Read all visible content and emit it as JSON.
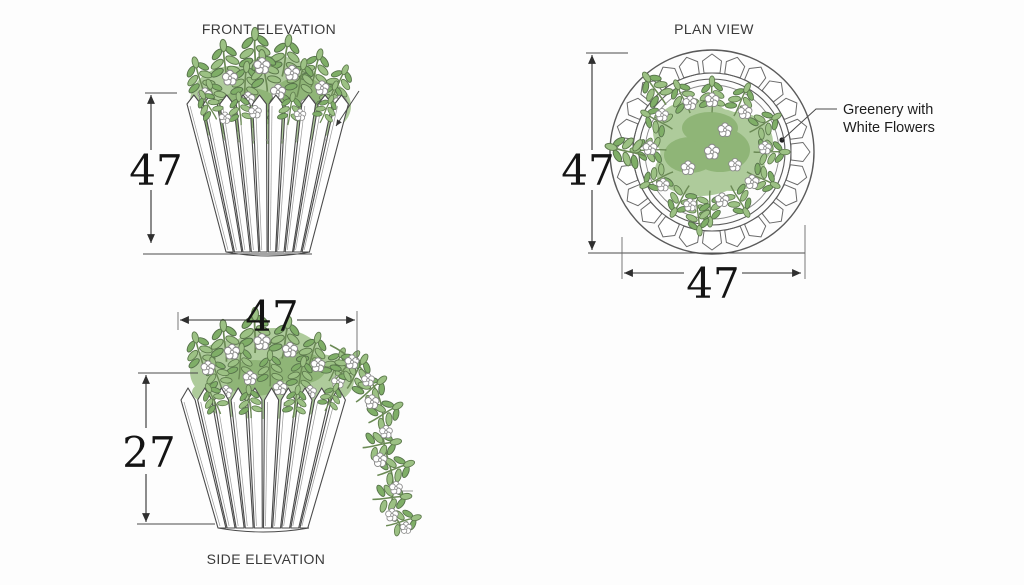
{
  "views": {
    "front": {
      "title": "FRONT ELEVATION",
      "height_value": "47"
    },
    "plan": {
      "title": "PLAN VIEW",
      "diameter_vertical_value": "47",
      "diameter_horizontal_value": "47",
      "callout_line1": "Greenery with",
      "callout_line2": "White Flowers"
    },
    "side": {
      "title": "SIDE ELEVATION",
      "width_value": "47",
      "height_value": "27"
    }
  },
  "colors": {
    "background": "#fdfdfd",
    "drawing_line": "#4b4b4b",
    "dimension_line": "#2f2f2f",
    "dimension_number": "#141414",
    "leaf_light": "#9cc184",
    "leaf_mid": "#7fae67",
    "leaf_outline": "#5d7a4c",
    "flower": "#ffffff"
  }
}
